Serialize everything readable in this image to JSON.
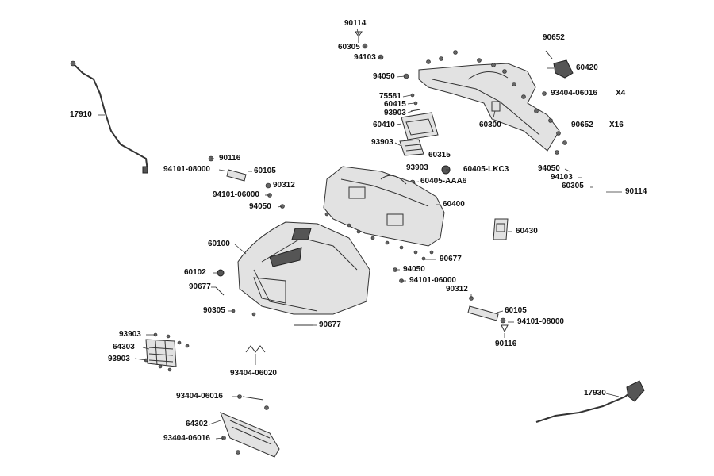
{
  "labels": {
    "l90114a": "90114",
    "l60305a": "60305",
    "l94103a": "94103",
    "l94050a": "94050",
    "l75581": "75581",
    "l60415": "60415",
    "l93903a": "93903",
    "l60410": "60410",
    "l93903b": "93903",
    "l93903c": "93903",
    "l60315": "60315",
    "l60300": "60300",
    "l90652a": "90652",
    "l60420": "60420",
    "l93404a": "93404-06016",
    "l90652b": "90652",
    "l17910": "17910",
    "l90116a": "90116",
    "l94101a": "94101-08000",
    "l60105a": "60105",
    "l94101b": "94101-06000",
    "l90312a": "90312",
    "l94050b": "94050",
    "l60405lkc": "60405-LKC3",
    "l60405aaa": "60405-AAA6",
    "l94050c": "94050",
    "l94103b": "94103",
    "l60305b": "60305",
    "l90114b": "90114",
    "l60400": "60400",
    "l60430": "60430",
    "l60100": "60100",
    "l90677a": "90677",
    "l60102": "60102",
    "l90677b": "90677",
    "l94050d": "94050",
    "l94101c": "94101-06000",
    "l90312b": "90312",
    "l90305": "90305",
    "l90677c": "90677",
    "l60105b": "60105",
    "l94101d": "94101-08000",
    "l90116b": "90116",
    "l93903d": "93903",
    "l64303": "64303",
    "l93903e": "93903",
    "l93404b": "93404-06020",
    "l17930": "17930",
    "l93404c": "93404-06016",
    "l64302": "64302",
    "l93404d": "93404-06016"
  },
  "quantities": {
    "x4": "X4",
    "x16": "X16"
  }
}
